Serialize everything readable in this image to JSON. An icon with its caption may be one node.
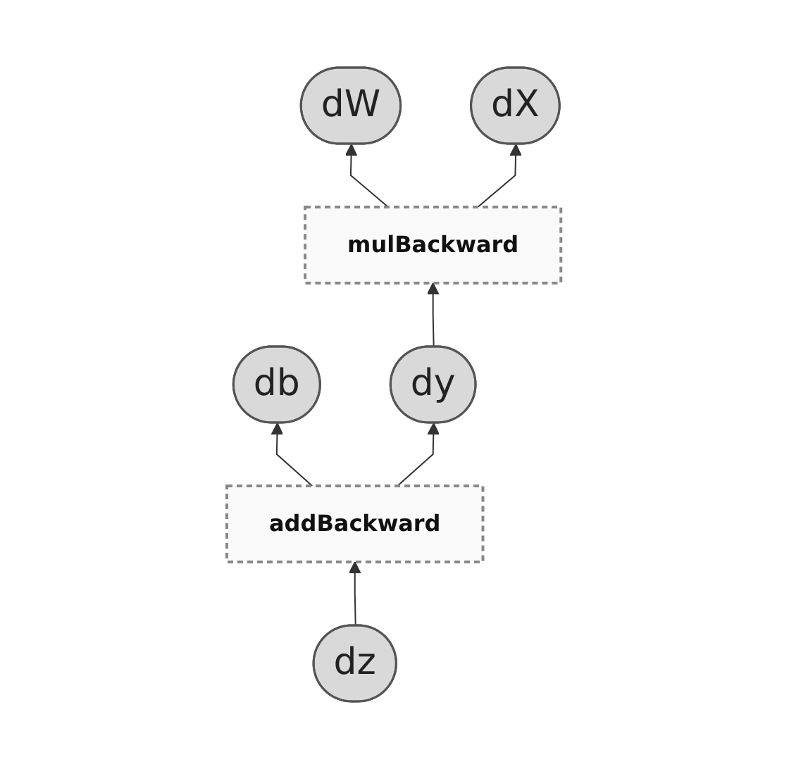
{
  "diagram": {
    "nodes": [
      {
        "text": [
          "dW"
        ]
      },
      {
        "text": [
          "dX"
        ]
      },
      {
        "text": [
          "mulBackward"
        ]
      },
      {
        "text": [
          "db"
        ]
      },
      {
        "text": [
          "dy"
        ]
      },
      {
        "text": [
          "addBackward"
        ]
      },
      {
        "text": [
          "dz"
        ]
      }
    ],
    "edges": [
      {
        "from": 2,
        "to": 0,
        "arrow": "to"
      },
      {
        "from": 2,
        "to": 1,
        "arrow": "to"
      },
      {
        "from": 4,
        "to": 2,
        "arrow": "to"
      },
      {
        "from": 5,
        "to": 3,
        "arrow": "to"
      },
      {
        "from": 5,
        "to": 4,
        "arrow": "to"
      },
      {
        "from": 6,
        "to": 5,
        "arrow": "to"
      }
    ]
  }
}
